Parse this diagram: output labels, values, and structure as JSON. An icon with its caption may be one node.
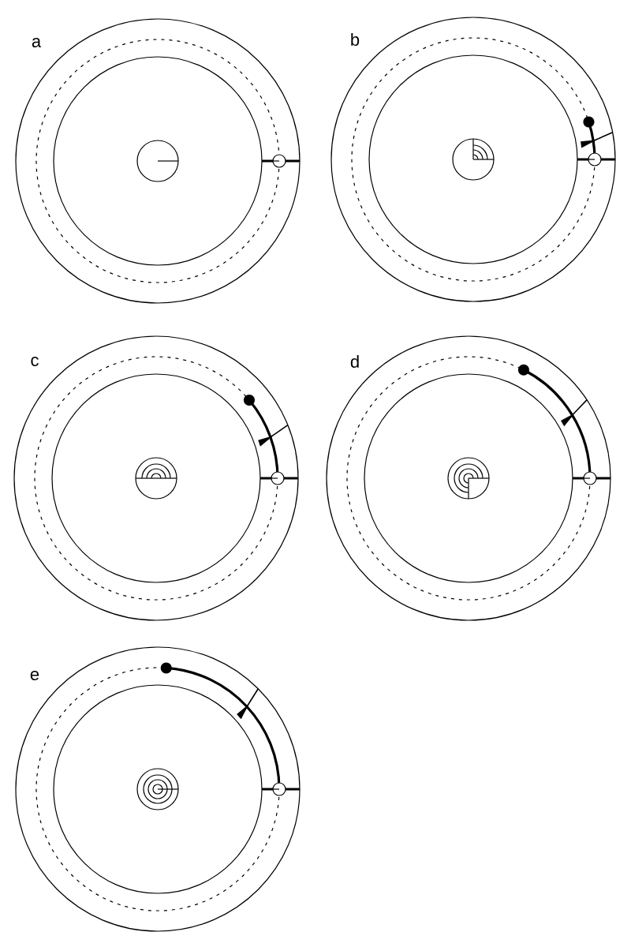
{
  "diagram": {
    "labels": [
      "a",
      "b",
      "c",
      "d",
      "e"
    ]
  }
}
